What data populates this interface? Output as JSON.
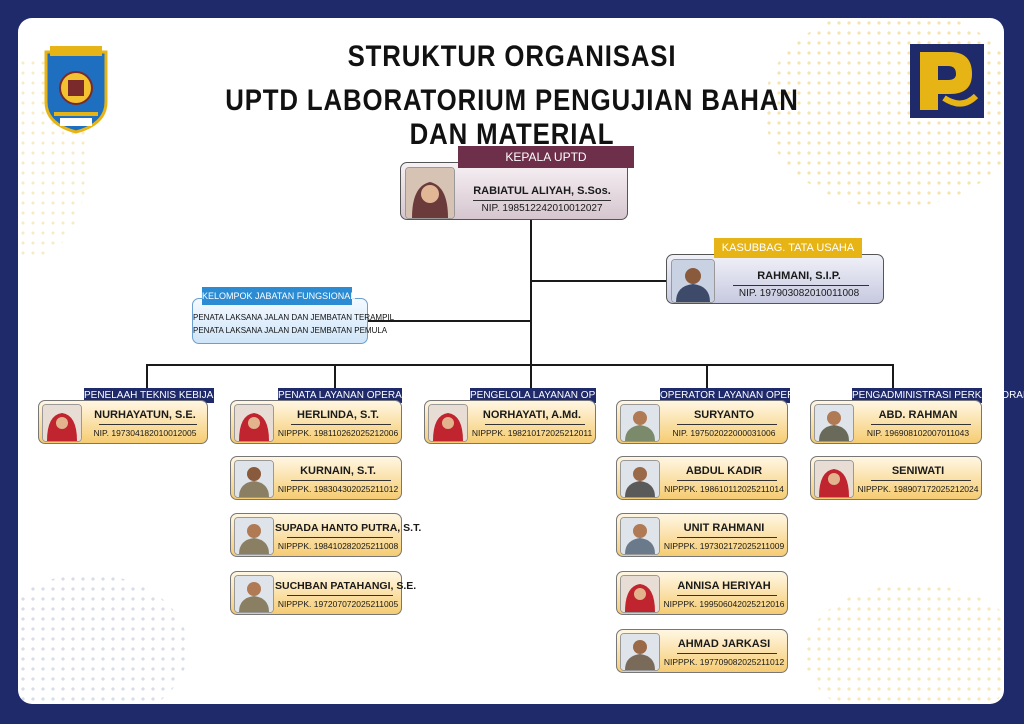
{
  "title": {
    "line1": "STRUKTUR ORGANISASI",
    "line2": "UPTD LABORATORIUM PENGUJIAN BAHAN DAN MATERIAL"
  },
  "logos": {
    "left_name": "kabupaten-emblem",
    "right_name": "pu-logo"
  },
  "colors": {
    "navy": "#1f2a6b",
    "maroon": "#6e2f4a",
    "gold": "#e7b416",
    "staff_fill": "#f6cc72",
    "func_blue": "#2b8bd3"
  },
  "head": {
    "role": "KEPALA UPTD",
    "name": "RABIATUL ALIYAH, S.Sos.",
    "nip": "NIP. 198512242010012027"
  },
  "kasubbag": {
    "role": "KASUBBAG. TATA USAHA",
    "name": "RAHMANI, S.I.P.",
    "nip": "NIP. 197903082010011008"
  },
  "fungsional": {
    "role": "KELOMPOK JABATAN FUNGSIONAL",
    "items": [
      "PENATA LAKSANA JALAN DAN JEMBATAN TERAMPIL",
      "PENATA LAKSANA JALAN DAN JEMBATAN PEMULA"
    ]
  },
  "columns": [
    {
      "role": "PENELAAH TEKNIS KEBIJAKAN",
      "people": [
        {
          "name": "NURHAYATUN, S.E.",
          "nip": "NIP. 197304182010012005"
        }
      ]
    },
    {
      "role": "PENATA LAYANAN OPERASIONAL",
      "people": [
        {
          "name": "HERLINDA, S.T.",
          "nip": "NIPPPK. 198110262025212006"
        },
        {
          "name": "KURNAIN, S.T.",
          "nip": "NIPPPK. 198304302025211012"
        },
        {
          "name": "SUPADA HANTO PUTRA, S.T.",
          "nip": "NIPPPK. 198410282025211008"
        },
        {
          "name": "SUCHBAN PATAHANGI, S.E.",
          "nip": "NIPPPK. 197207072025211005"
        }
      ]
    },
    {
      "role": "PENGELOLA LAYANAN OPERASIONAL",
      "people": [
        {
          "name": "NORHAYATI, A.Md.",
          "nip": "NIPPPK. 198210172025212011"
        }
      ]
    },
    {
      "role": "OPERATOR LAYANAN OPERASIONAL",
      "people": [
        {
          "name": "SURYANTO",
          "nip": "NIP. 197502022000031006"
        },
        {
          "name": "ABDUL KADIR",
          "nip": "NIPPPK. 198610112025211014"
        },
        {
          "name": "UNIT RAHMANI",
          "nip": "NIPPPK. 197302172025211009"
        },
        {
          "name": "ANNISA HERIYAH",
          "nip": "NIPPPK. 199506042025212016"
        },
        {
          "name": "AHMAD JARKASI",
          "nip": "NIPPPK. 197709082025211012"
        }
      ]
    },
    {
      "role": "PENGADMINISTRASI PERKANTORAN",
      "people": [
        {
          "name": "ABD. RAHMAN",
          "nip": "NIP. 196908102007011043"
        },
        {
          "name": "SENIWATI",
          "nip": "NIPPPK. 198907172025212024"
        }
      ]
    }
  ]
}
